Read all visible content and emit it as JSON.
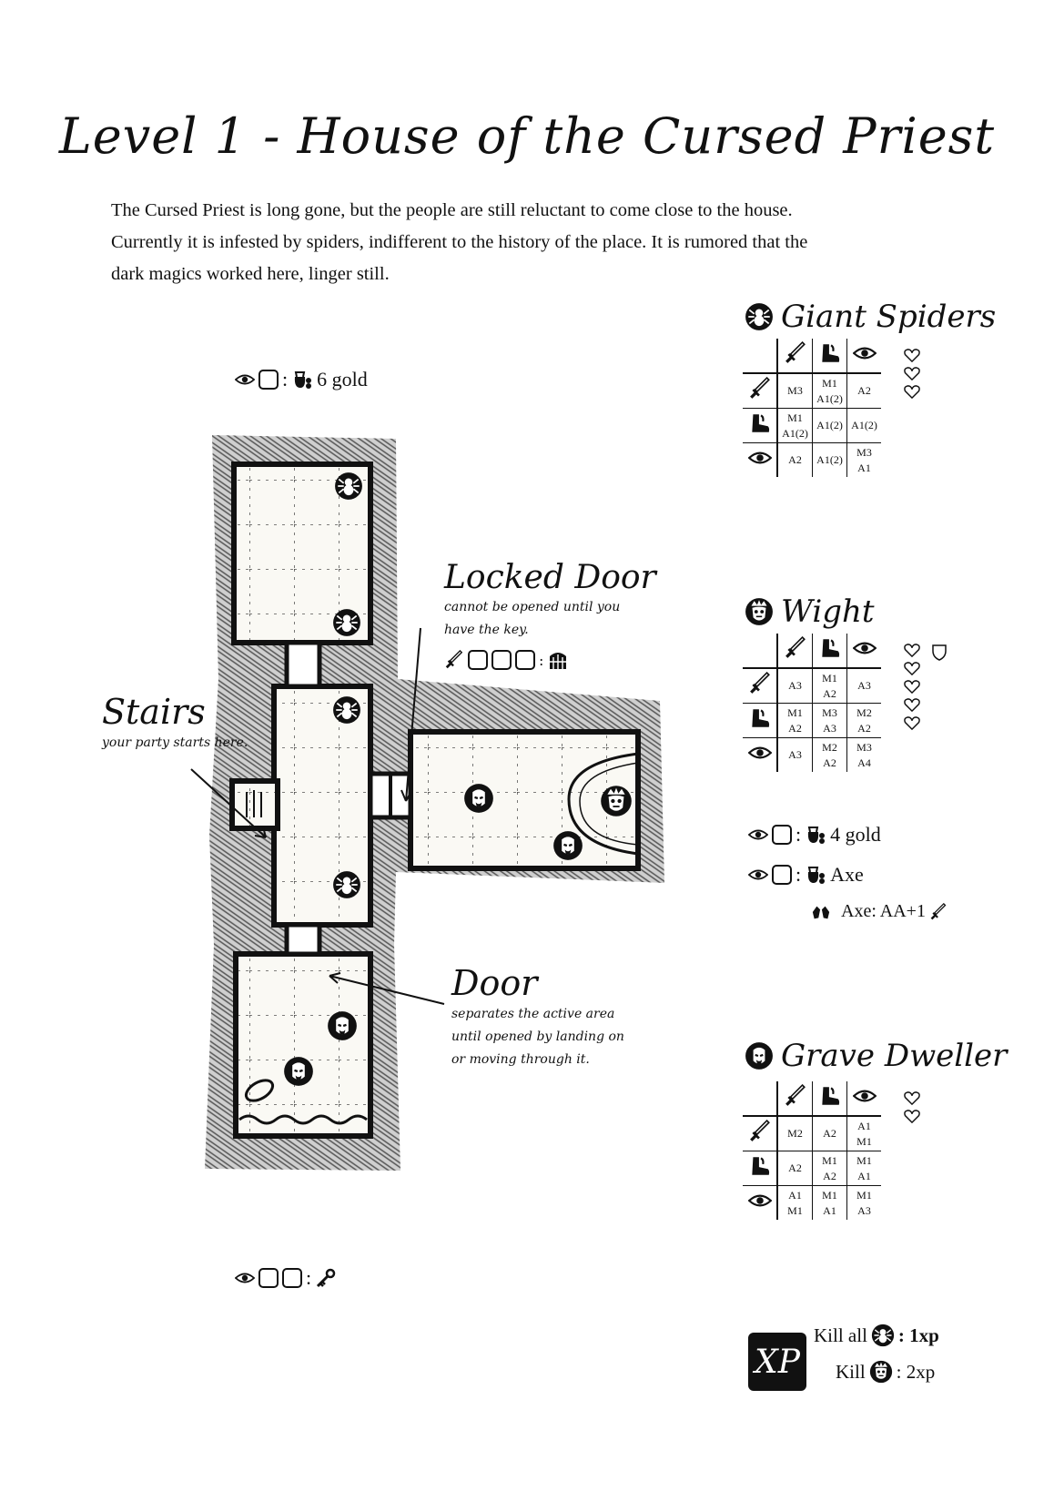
{
  "title": "Level 1 - House of the Cursed Priest",
  "intro": [
    "The Cursed Priest is long gone, but the people are still reluctant to come close to the house.",
    "Currently it is infested by spiders, indifferent to the history of the place. It is rumored that the",
    "dark magics worked here, linger still."
  ],
  "loot_top": {
    "text": "6 gold",
    "icons": [
      "eye-icon",
      "checkbox",
      "loot-bag-icon"
    ]
  },
  "loot_bottom": {
    "icons": [
      "eye-icon",
      "checkbox",
      "checkbox",
      "key-icon"
    ]
  },
  "locked_door": {
    "title": "Locked Door",
    "lines": [
      "cannot be opened until you",
      "have the key."
    ],
    "icons": [
      "sword-icon",
      "checkbox",
      "checkbox",
      "checkbox",
      "gate-icon"
    ]
  },
  "stairs": {
    "title": "Stairs",
    "note": "your party starts here."
  },
  "door": {
    "title": "Door",
    "lines": [
      "separates the active area",
      "until opened by landing on",
      "or moving through it."
    ]
  },
  "monsters": [
    {
      "name": "Giant Spiders",
      "icon": "spider-icon",
      "hearts": 3,
      "shields": 0,
      "header_icons": [
        "sword-icon",
        "boot-icon",
        "eye-icon"
      ],
      "rows": [
        {
          "icon": "sword-icon",
          "cells": [
            [
              "M3"
            ],
            [
              "M1",
              "A1(2)"
            ],
            [
              "A2"
            ]
          ]
        },
        {
          "icon": "boot-icon",
          "cells": [
            [
              "M1",
              "A1(2)"
            ],
            [
              "A1(2)"
            ],
            [
              "A1(2)"
            ]
          ]
        },
        {
          "icon": "eye-icon",
          "cells": [
            [
              "A2"
            ],
            [
              "A1(2)"
            ],
            [
              "M3",
              "A1"
            ]
          ]
        }
      ]
    },
    {
      "name": "Wight",
      "icon": "wight-icon",
      "hearts": 5,
      "shields": 1,
      "header_icons": [
        "sword-icon",
        "boot-icon",
        "eye-icon"
      ],
      "rows": [
        {
          "icon": "sword-icon",
          "cells": [
            [
              "A3"
            ],
            [
              "M1",
              "A2"
            ],
            [
              "A3"
            ]
          ]
        },
        {
          "icon": "boot-icon",
          "cells": [
            [
              "M1",
              "A2"
            ],
            [
              "M3",
              "A3"
            ],
            [
              "M2",
              "A2"
            ]
          ]
        },
        {
          "icon": "eye-icon",
          "cells": [
            [
              "A3"
            ],
            [
              "M2",
              "A2"
            ],
            [
              "M3",
              "A4"
            ]
          ]
        }
      ]
    },
    {
      "name": "Grave Dweller",
      "icon": "grave-dweller-icon",
      "hearts": 2,
      "shields": 0,
      "header_icons": [
        "sword-icon",
        "boot-icon",
        "eye-icon"
      ],
      "rows": [
        {
          "icon": "sword-icon",
          "cells": [
            [
              "M2"
            ],
            [
              "A2"
            ],
            [
              "A1",
              "M1"
            ]
          ]
        },
        {
          "icon": "boot-icon",
          "cells": [
            [
              "A2"
            ],
            [
              "M1",
              "A2"
            ],
            [
              "M1",
              "A1"
            ]
          ]
        },
        {
          "icon": "eye-icon",
          "cells": [
            [
              "A1",
              "M1"
            ],
            [
              "M1",
              "A1"
            ],
            [
              "M1",
              "A3"
            ]
          ]
        }
      ]
    }
  ],
  "loot_right": [
    {
      "text": "4 gold",
      "icons": [
        "eye-icon",
        "checkbox",
        "loot-bag-icon"
      ]
    },
    {
      "text": "Axe",
      "icons": [
        "eye-icon",
        "checkbox",
        "loot-bag-icon"
      ]
    }
  ],
  "axe_note": {
    "icon": "hands-icon",
    "text": "Axe: AA+1"
  },
  "xp": {
    "badge": "XP",
    "lines": [
      {
        "pre": "Kill all",
        "icon": "spider-icon",
        "post": ": 1xp"
      },
      {
        "pre": "Kill",
        "icon": "wight-icon",
        "post": ": 2xp"
      }
    ]
  }
}
